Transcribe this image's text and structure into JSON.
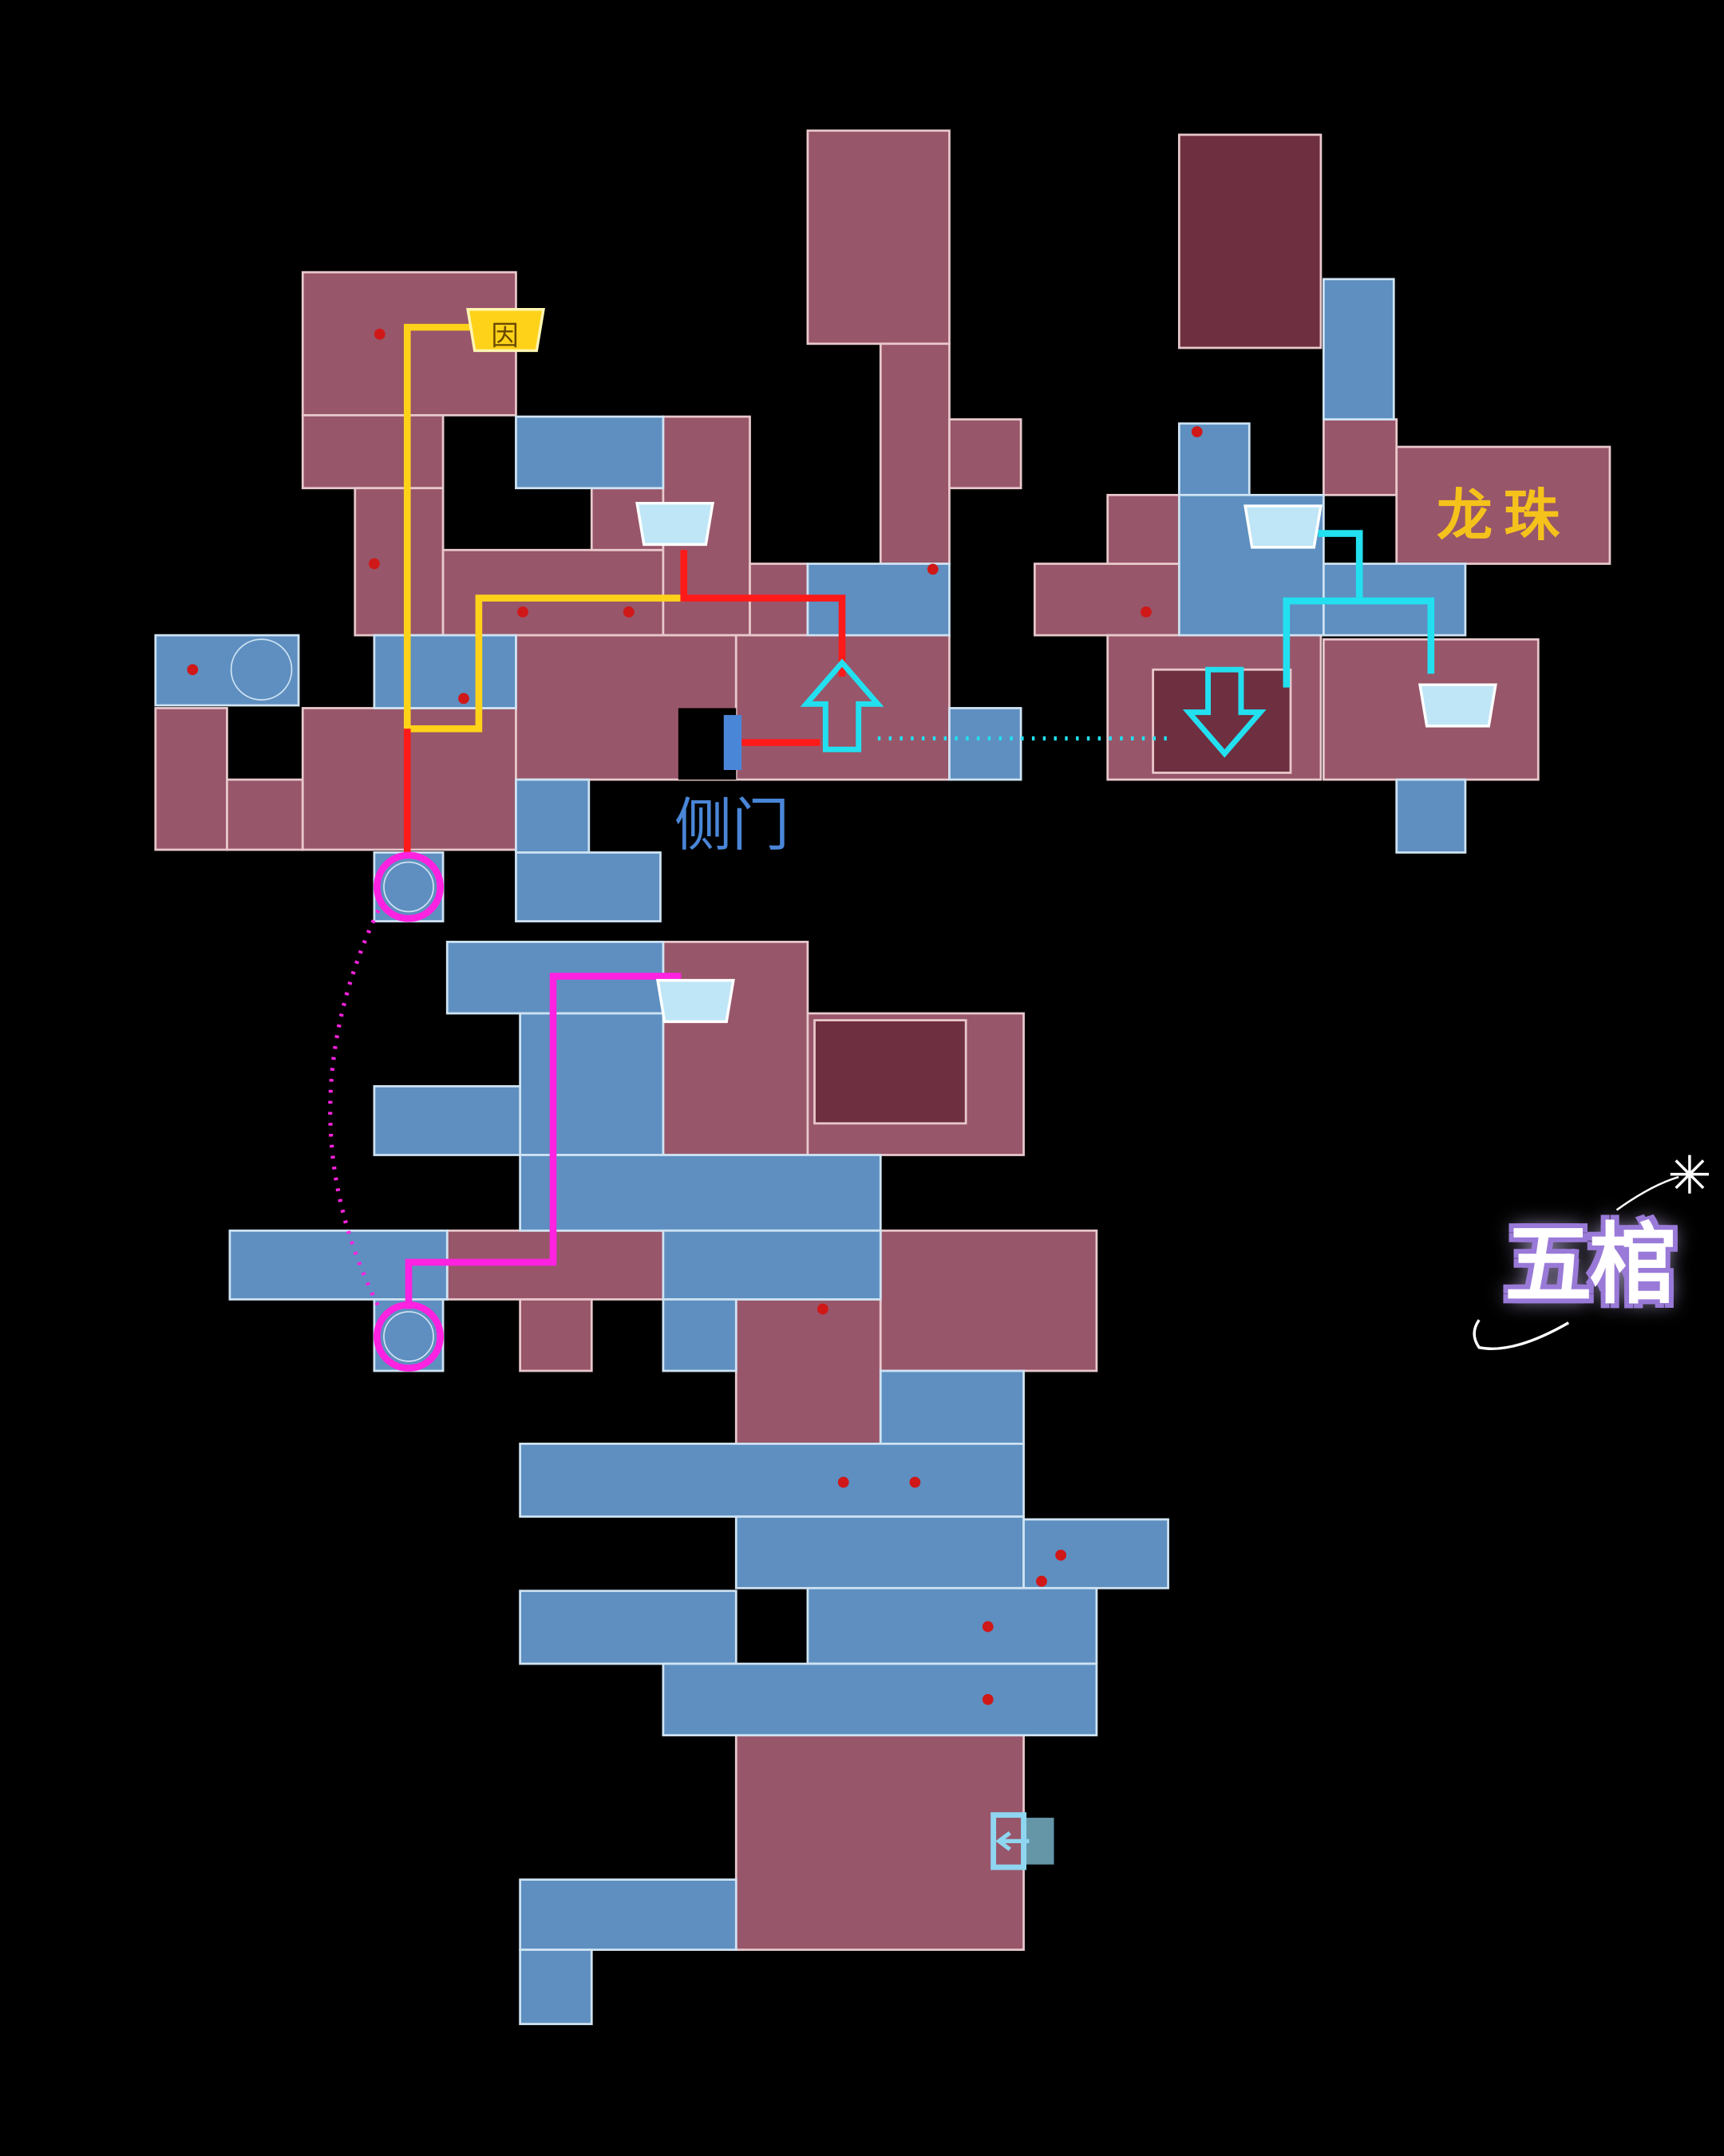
{
  "map": {
    "labels": {
      "dragon_pearl": "龙珠",
      "side_door": "侧门",
      "title": "五棺"
    },
    "colors": {
      "red_room": "#98566a",
      "blue_room": "#5e8fc0",
      "yellow_route": "#ffd21a",
      "red_route": "#ff1a1a",
      "cyan_route": "#22e0f0",
      "magenta_route": "#ff22e0",
      "side_door": "#4a86d8"
    },
    "icons": [
      "gold-coffin-icon",
      "coffin-icon",
      "exit-door-icon",
      "stairs-up-arrow-icon",
      "stairs-down-arrow-icon",
      "spiral-stairs-icon",
      "enemy-marker-icon",
      "sparkle-star-icon"
    ]
  }
}
